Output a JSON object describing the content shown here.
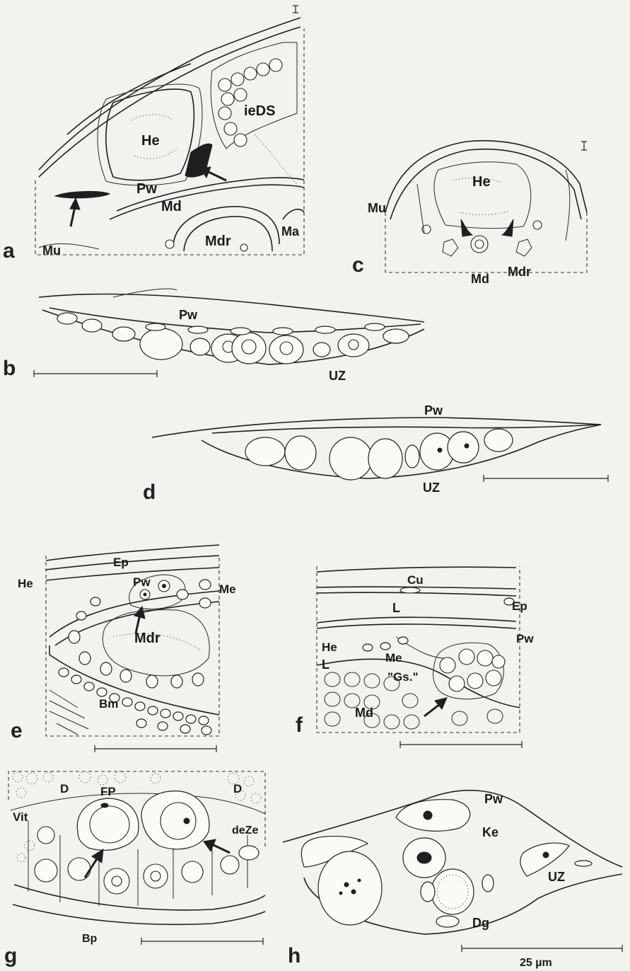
{
  "panels": {
    "a": {
      "letter": "a",
      "labels": {
        "He": "He",
        "ieDS": "ieDS",
        "Pw": "Pw",
        "Md": "Md",
        "Mdr": "Mdr",
        "Ma": "Ma",
        "Mu": "Mu"
      }
    },
    "b": {
      "letter": "b",
      "labels": {
        "Pw": "Pw",
        "UZ": "UZ"
      }
    },
    "c": {
      "letter": "c",
      "labels": {
        "He": "He",
        "Mu": "Mu",
        "Md": "Md",
        "Mdr": "Mdr"
      }
    },
    "d": {
      "letter": "d",
      "labels": {
        "Pw": "Pw",
        "UZ": "UZ"
      }
    },
    "e": {
      "letter": "e",
      "labels": {
        "Ep": "Ep",
        "He": "He",
        "Pw": "Pw",
        "Me": "Me",
        "Mdr": "Mdr",
        "Bm": "Bm"
      }
    },
    "f": {
      "letter": "f",
      "labels": {
        "Cu": "Cu",
        "L": "L",
        "Ep": "Ep",
        "He": "He",
        "Me": "Me",
        "Pw": "Pw",
        "L2": "L",
        "Gs": "\"Gs.\"",
        "Md": "Md"
      }
    },
    "g": {
      "letter": "g",
      "labels": {
        "D1": "D",
        "D2": "D",
        "FP": "FP",
        "Vit": "Vit",
        "deZe": "deZe",
        "Bp": "Bp"
      }
    },
    "h": {
      "letter": "h",
      "labels": {
        "Pw": "Pw",
        "Ke": "Ke",
        "UZ": "UZ",
        "Dg": "Dg"
      },
      "scale_label": "25 µm"
    }
  }
}
